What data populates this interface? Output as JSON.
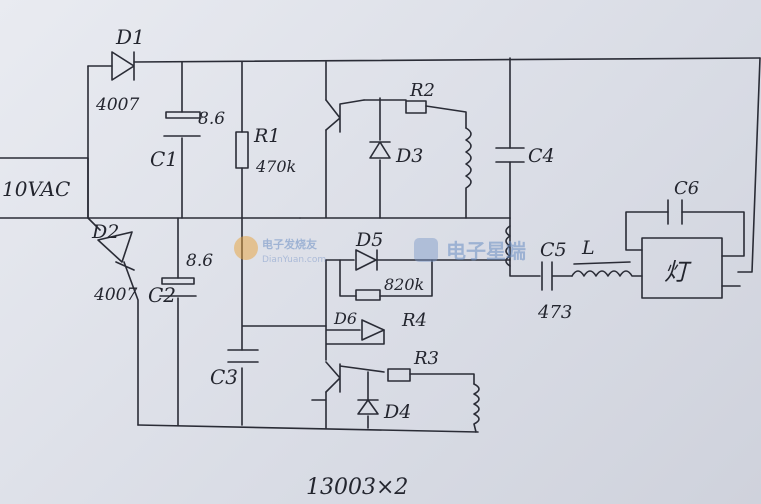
{
  "labels": {
    "input": "10VAC",
    "d1": "D1",
    "d1_part": "4007",
    "d2": "D2",
    "d2_part": "4007",
    "c1": "C1",
    "c1_val": "8.6",
    "c2": "C2",
    "c2_val": "8.6",
    "r1": "R1",
    "r1_val": "470k",
    "r2": "R2",
    "d3": "D3",
    "c4": "C4",
    "c6": "C6",
    "d5": "D5",
    "r5_val": "820k",
    "c5": "C5",
    "c5_val": "473",
    "l": "L",
    "lamp": "灯",
    "d6": "D6",
    "r4": "R4",
    "c3": "C3",
    "r3": "R3",
    "d4": "D4",
    "transistor": "13003×2"
  },
  "watermark": {
    "cn": "电子发烧友",
    "en": "DianYuan.com",
    "cn2": "电子星端"
  },
  "colors": {
    "ink": "#2a2c36",
    "paper": "#e4e6ed",
    "watermark": "#6c8fc4"
  }
}
